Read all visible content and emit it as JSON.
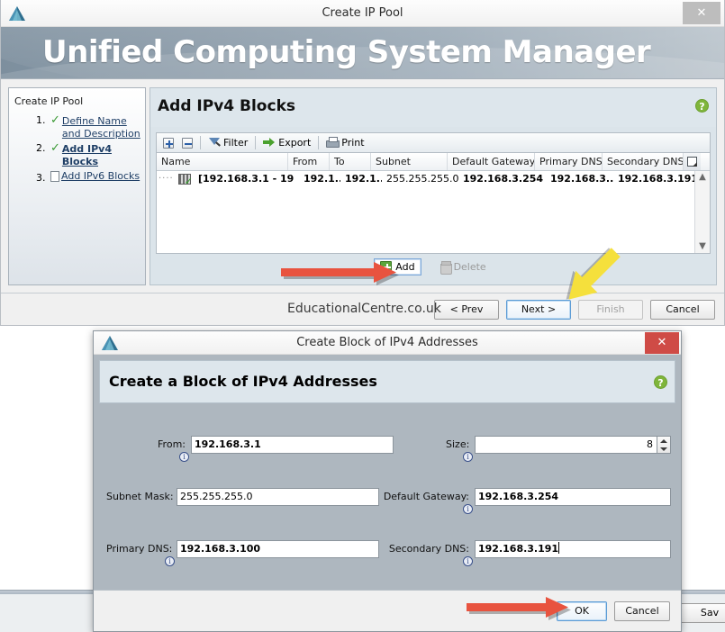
{
  "background_window": {
    "save_label": "Sav"
  },
  "main_window": {
    "title": "Create IP Pool",
    "close_icon": "close-icon",
    "logo_icon": "cisco-triangle-logo-icon",
    "banner_title": "Unified Computing System Manager",
    "sidebar": {
      "heading": "Create IP Pool",
      "steps": [
        {
          "number": "1.",
          "label": "Define Name and Description",
          "state": "done",
          "icon": "green-check-icon"
        },
        {
          "number": "2.",
          "label": "Add IPv4 Blocks",
          "state": "current",
          "icon": "green-check-icon"
        },
        {
          "number": "3.",
          "label": "Add IPv6 Blocks",
          "state": "pending",
          "icon": "page-icon"
        }
      ]
    },
    "pane": {
      "title": "Add IPv4 Blocks",
      "help_icon": "help-question-icon"
    },
    "toolbar": {
      "add_column_icon": "plus-square-icon",
      "remove_column_icon": "minus-square-icon",
      "filter_label": "Filter",
      "filter_icon": "filter-funnel-icon",
      "export_label": "Export",
      "export_icon": "export-arrow-icon",
      "print_label": "Print",
      "print_icon": "printer-icon"
    },
    "table": {
      "columns": [
        "Name",
        "From",
        "To",
        "Subnet",
        "Default Gateway",
        "Primary DNS",
        "Secondary DNS"
      ],
      "column_chooser_icon": "column-chooser-icon",
      "rows": [
        {
          "row_icon": "ip-block-checked-icon",
          "name": "[192.168.3.1 - 19",
          "from": "192.1...",
          "to": "192.1...",
          "subnet": "255.255.255.0",
          "default_gateway": "192.168.3.254",
          "primary_dns": "192.168.3....",
          "secondary_dns": "192.168.3.191"
        }
      ],
      "scroll_up_icon": "scroll-up-arrow-icon",
      "scroll_down_icon": "scroll-down-arrow-icon"
    },
    "row_actions": {
      "add_label": "Add",
      "add_icon": "add-plus-icon",
      "delete_label": "Delete",
      "delete_icon": "trash-icon",
      "delete_disabled": true
    },
    "footer": {
      "watermark": "EducationalCentre.co.uk",
      "prev_label": "< Prev",
      "next_label": "Next >",
      "finish_label": "Finish",
      "cancel_label": "Cancel"
    }
  },
  "modal": {
    "title": "Create Block of IPv4 Addresses",
    "close_icon": "close-icon",
    "logo_icon": "cisco-triangle-logo-icon",
    "heading": "Create a Block of IPv4 Addresses",
    "help_icon": "help-question-icon",
    "fields": {
      "from": {
        "label": "From:",
        "value": "192.168.3.1",
        "info_icon": "info-circle-icon"
      },
      "size": {
        "label": "Size:",
        "value": "8",
        "info_icon": "info-circle-icon",
        "spinner_up_icon": "spinner-up-icon",
        "spinner_down_icon": "spinner-down-icon"
      },
      "subnet_mask": {
        "label": "Subnet Mask:",
        "value": "255.255.255.0"
      },
      "default_gateway": {
        "label": "Default Gateway:",
        "value": "192.168.3.254",
        "info_icon": "info-circle-icon"
      },
      "primary_dns": {
        "label": "Primary DNS:",
        "value": "192.168.3.100",
        "info_icon": "info-circle-icon"
      },
      "secondary_dns": {
        "label": "Secondary DNS:",
        "value": "192.168.3.191",
        "info_icon": "info-circle-icon",
        "focused": true
      }
    },
    "footer": {
      "ok_label": "OK",
      "cancel_label": "Cancel"
    }
  },
  "annotations": {
    "red_arrow_add": "red-arrow-pointing-to-add-button",
    "red_arrow_ok": "red-arrow-pointing-to-ok-button",
    "yellow_arrow_next": "yellow-arrow-pointing-to-next-button",
    "red_color": "#e8533f",
    "yellow_color": "#f5e03c"
  }
}
